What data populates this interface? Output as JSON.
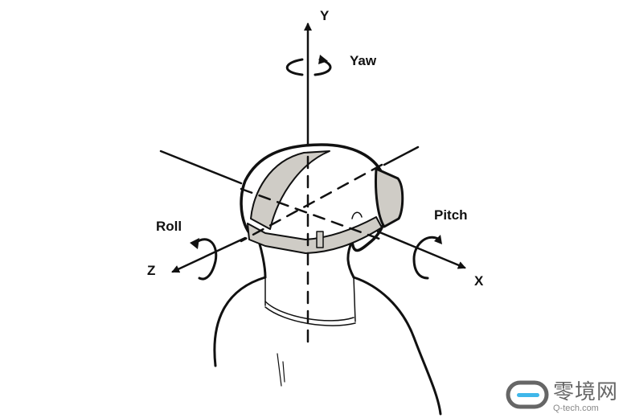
{
  "labels": {
    "y_axis": "Y",
    "x_axis": "X",
    "z_axis": "Z",
    "yaw": "Yaw",
    "pitch": "Pitch",
    "roll": "Roll"
  },
  "watermark": {
    "name": "零境网",
    "domain": "Q-tech.com"
  },
  "colors": {
    "strap": "#cfccc6",
    "line": "#111111",
    "watermark_accent": "#3fb7ea"
  }
}
